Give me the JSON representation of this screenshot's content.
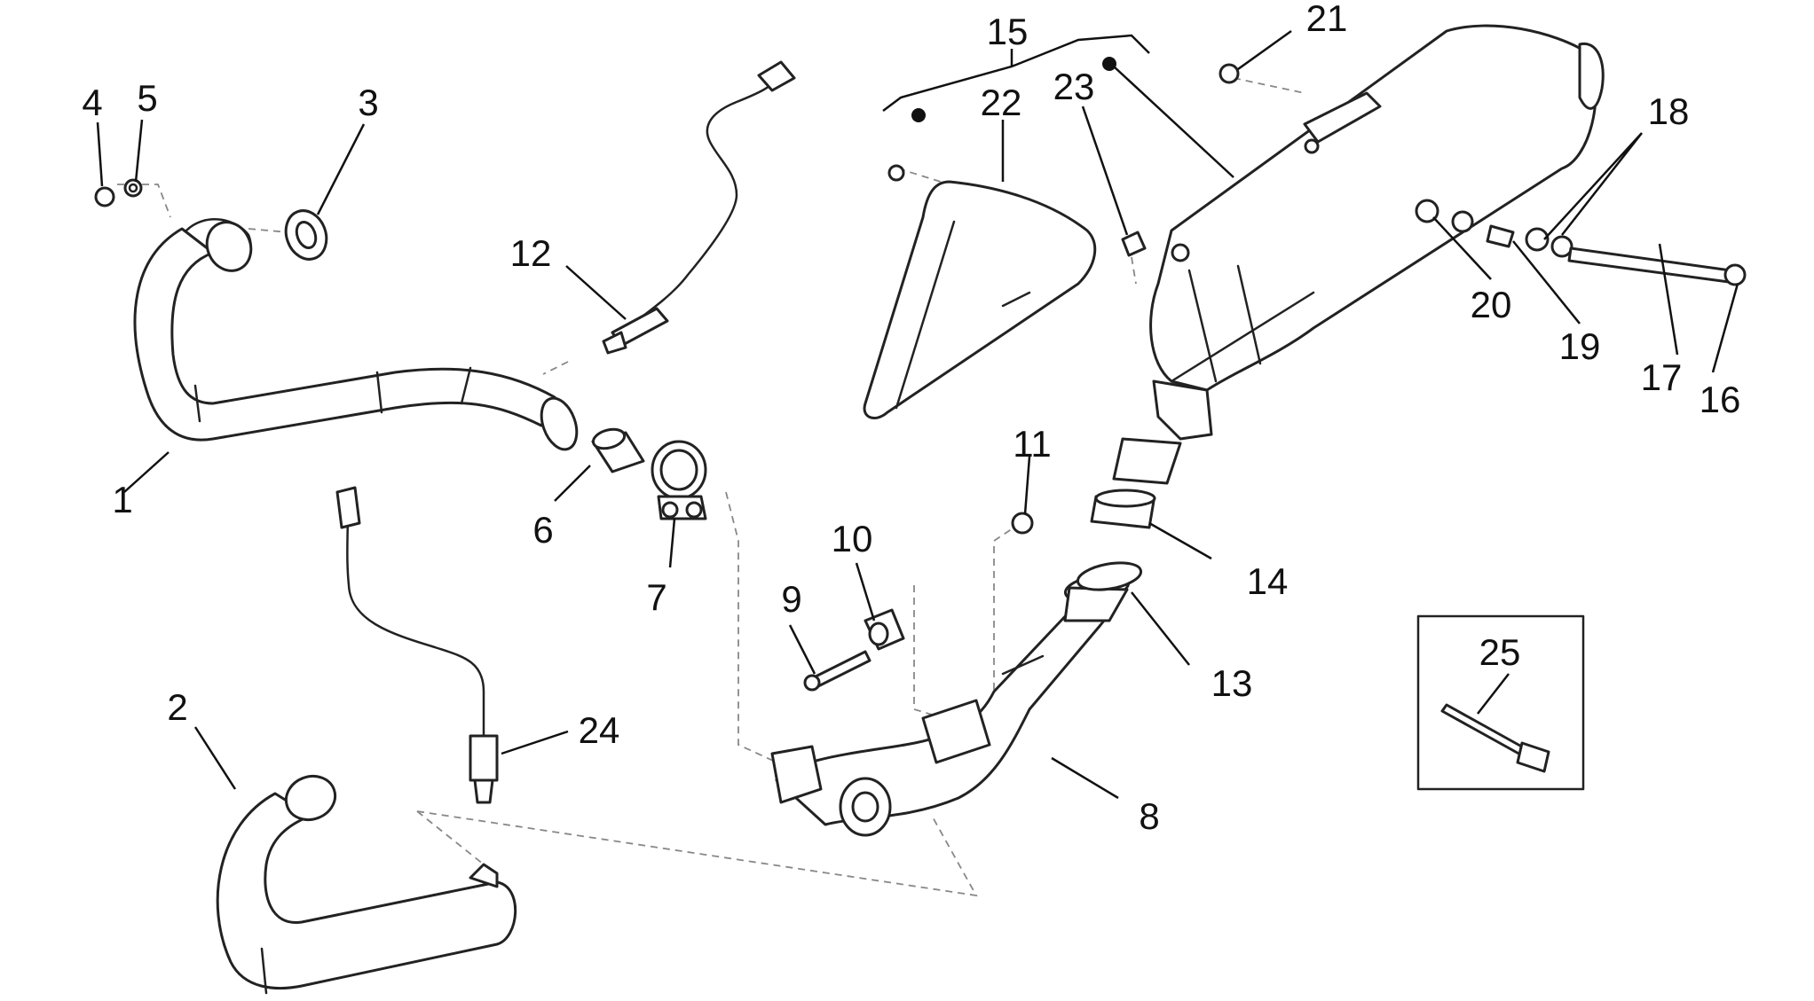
{
  "parts": [
    {
      "id": "1",
      "label": "1"
    },
    {
      "id": "2",
      "label": "2"
    },
    {
      "id": "3",
      "label": "3"
    },
    {
      "id": "4",
      "label": "4"
    },
    {
      "id": "5",
      "label": "5"
    },
    {
      "id": "6",
      "label": "6"
    },
    {
      "id": "7",
      "label": "7"
    },
    {
      "id": "8",
      "label": "8"
    },
    {
      "id": "9",
      "label": "9"
    },
    {
      "id": "10",
      "label": "10"
    },
    {
      "id": "11",
      "label": "11"
    },
    {
      "id": "12",
      "label": "12"
    },
    {
      "id": "13",
      "label": "13"
    },
    {
      "id": "14",
      "label": "14"
    },
    {
      "id": "15",
      "label": "15"
    },
    {
      "id": "16",
      "label": "16"
    },
    {
      "id": "17",
      "label": "17"
    },
    {
      "id": "18",
      "label": "18"
    },
    {
      "id": "19",
      "label": "19"
    },
    {
      "id": "20",
      "label": "20"
    },
    {
      "id": "21",
      "label": "21"
    },
    {
      "id": "22",
      "label": "22"
    },
    {
      "id": "23",
      "label": "23"
    },
    {
      "id": "24",
      "label": "24"
    },
    {
      "id": "25",
      "label": "25"
    }
  ]
}
